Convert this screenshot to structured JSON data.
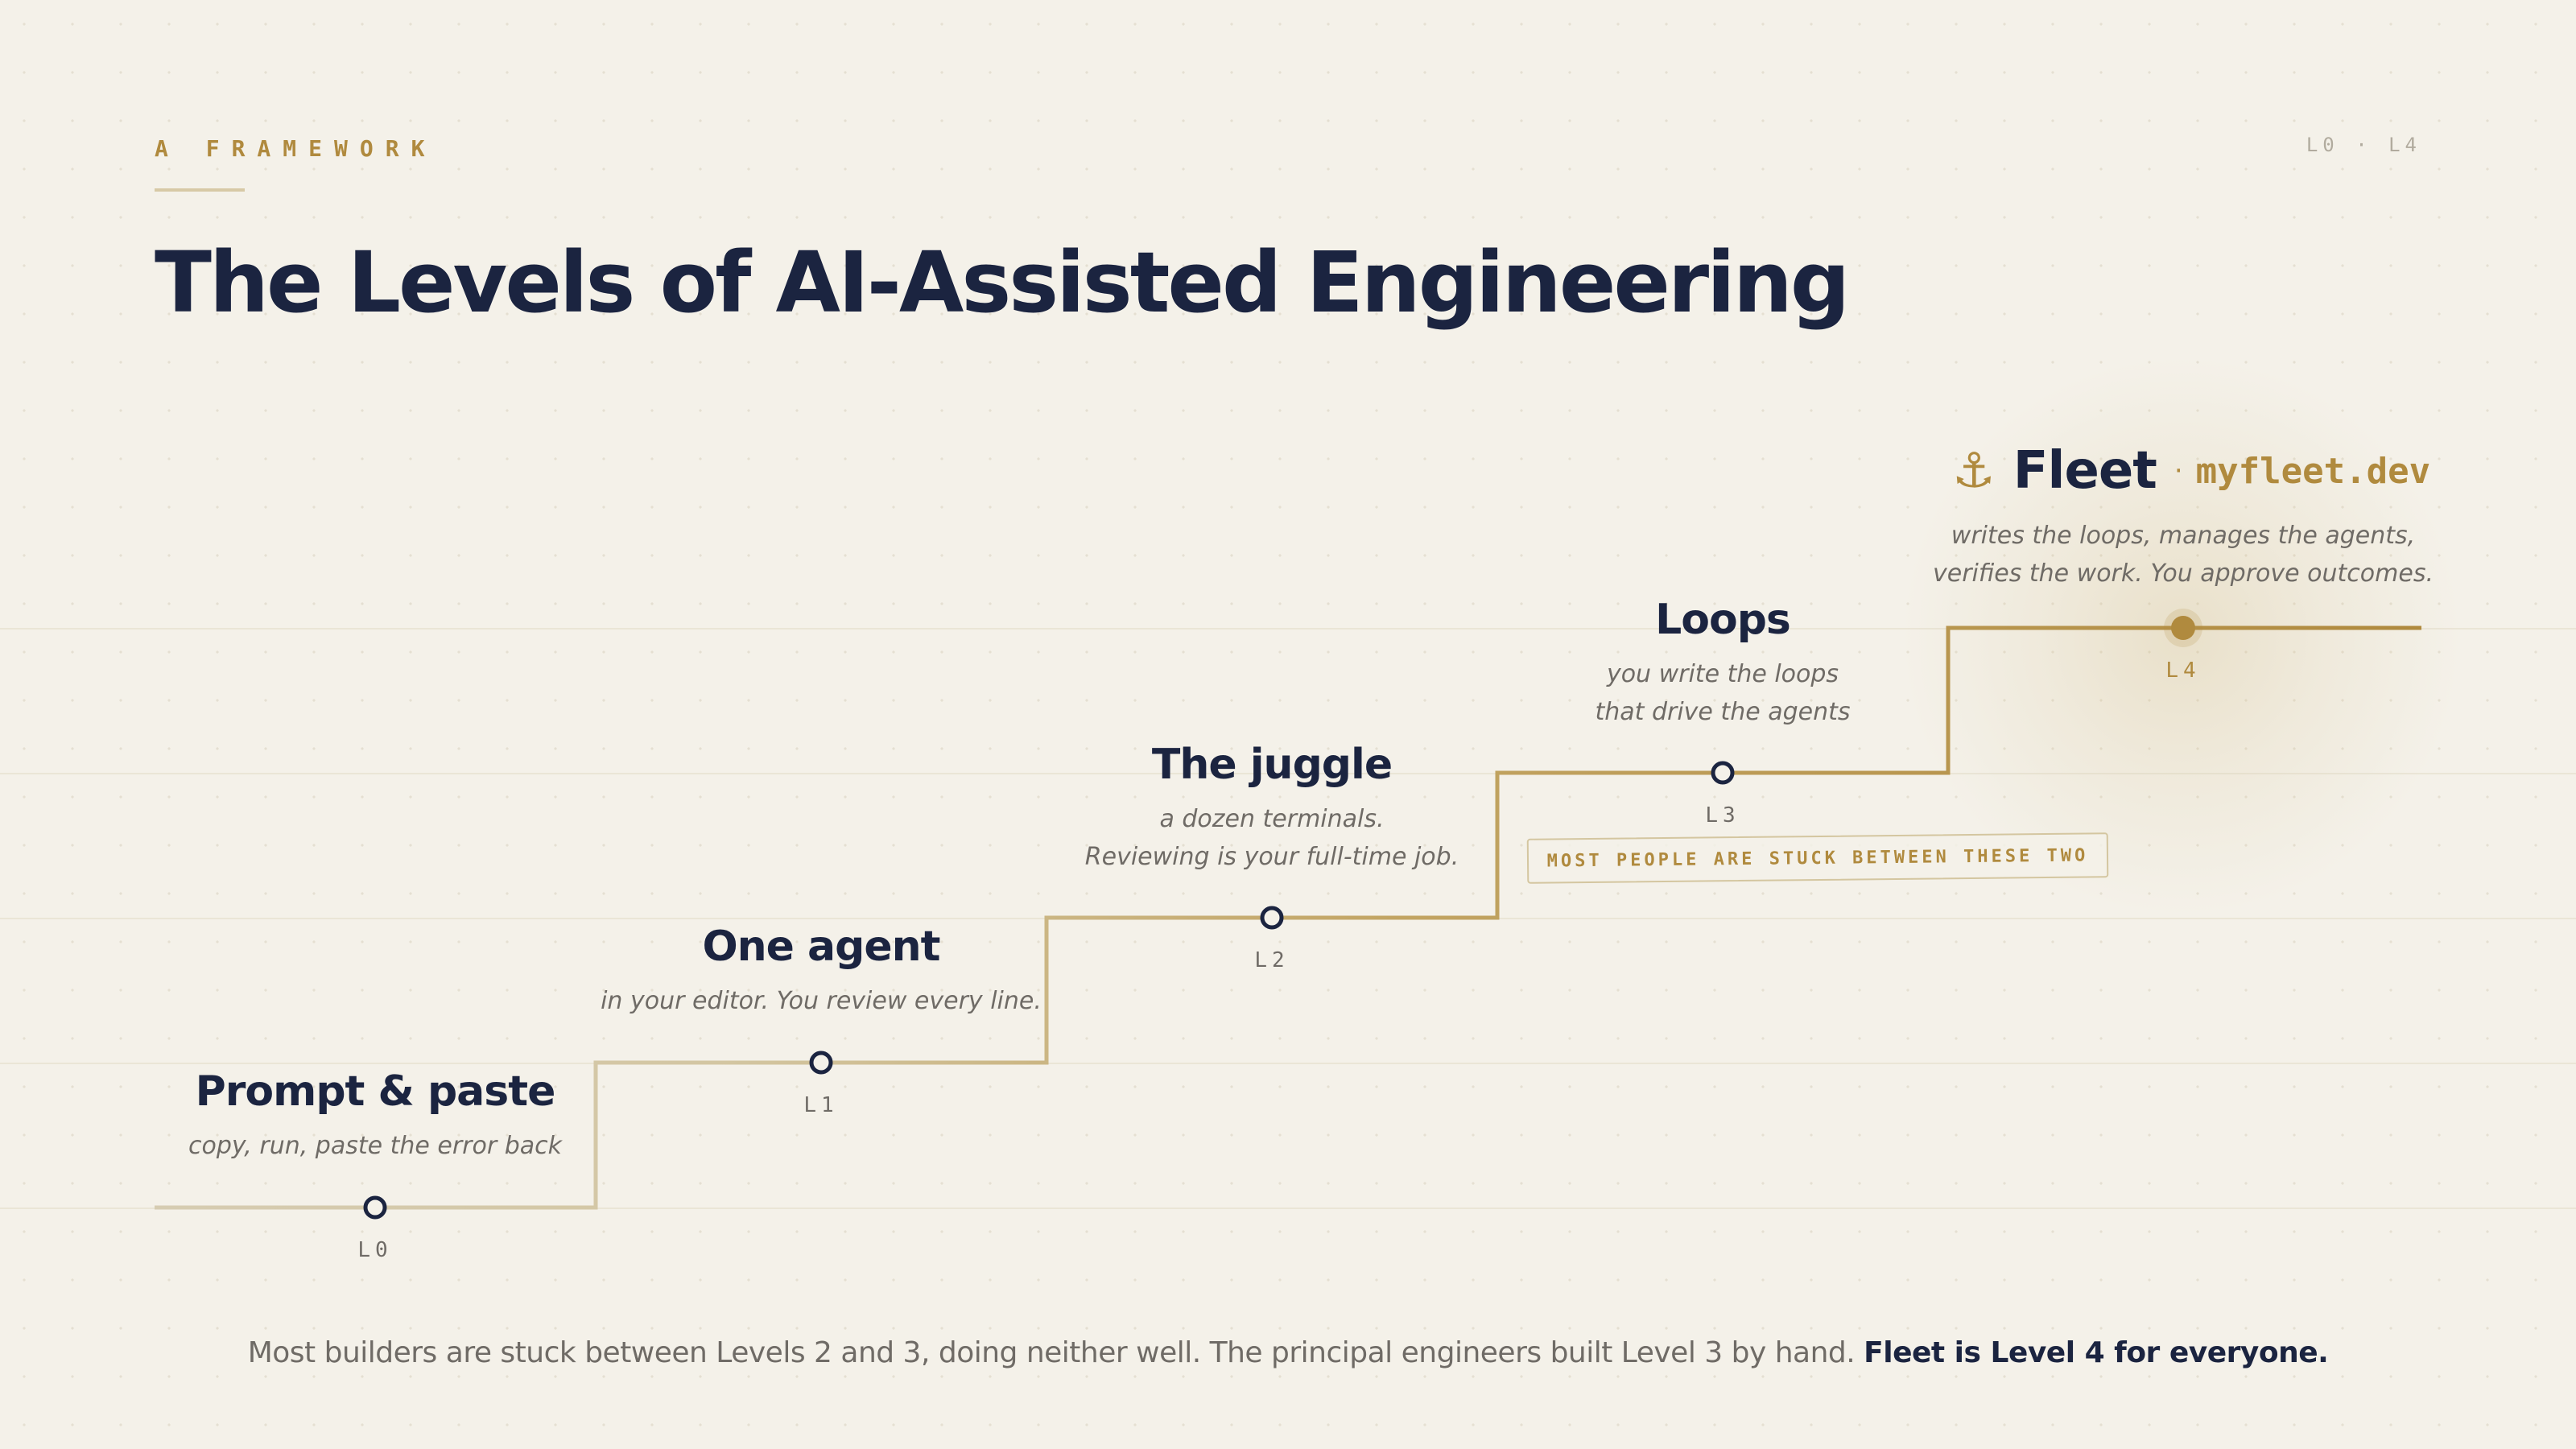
{
  "eyebrow": "A FRAMEWORK",
  "corner_label": "L0 · L4",
  "title": "The Levels of AI-Assisted Engineering",
  "levels": [
    {
      "code": "L0",
      "name": "Prompt & paste",
      "desc_lines": [
        "copy, run, paste the error back"
      ]
    },
    {
      "code": "L1",
      "name": "One agent",
      "desc_lines": [
        "in your editor. You review every line."
      ]
    },
    {
      "code": "L2",
      "name": "The juggle",
      "desc_lines": [
        "a dozen terminals.",
        "Reviewing is your full-time job."
      ]
    },
    {
      "code": "L3",
      "name": "Loops",
      "desc_lines": [
        "you write the loops",
        "that drive the agents"
      ]
    },
    {
      "code": "L4",
      "name": "Fleet",
      "separator": "·",
      "url": "myfleet.dev",
      "icon": "anchor-icon",
      "desc_lines": [
        "writes the loops, manages the agents,",
        "verifies the work. You approve outcomes."
      ]
    }
  ],
  "stuck_callout": "MOST PEOPLE ARE STUCK BETWEEN THESE TWO",
  "footer": {
    "text": "Most builders are stuck between Levels 2 and 3, doing neither well. The principal engineers built Level 3 by hand.",
    "emphasis": "Fleet is Level 4 for everyone."
  },
  "colors": {
    "background": "#f4f1e9",
    "navy": "#1b2440",
    "gold": "#b08a3e",
    "muted_text": "#6f6b66",
    "stair_light": "#d6ccb2"
  }
}
